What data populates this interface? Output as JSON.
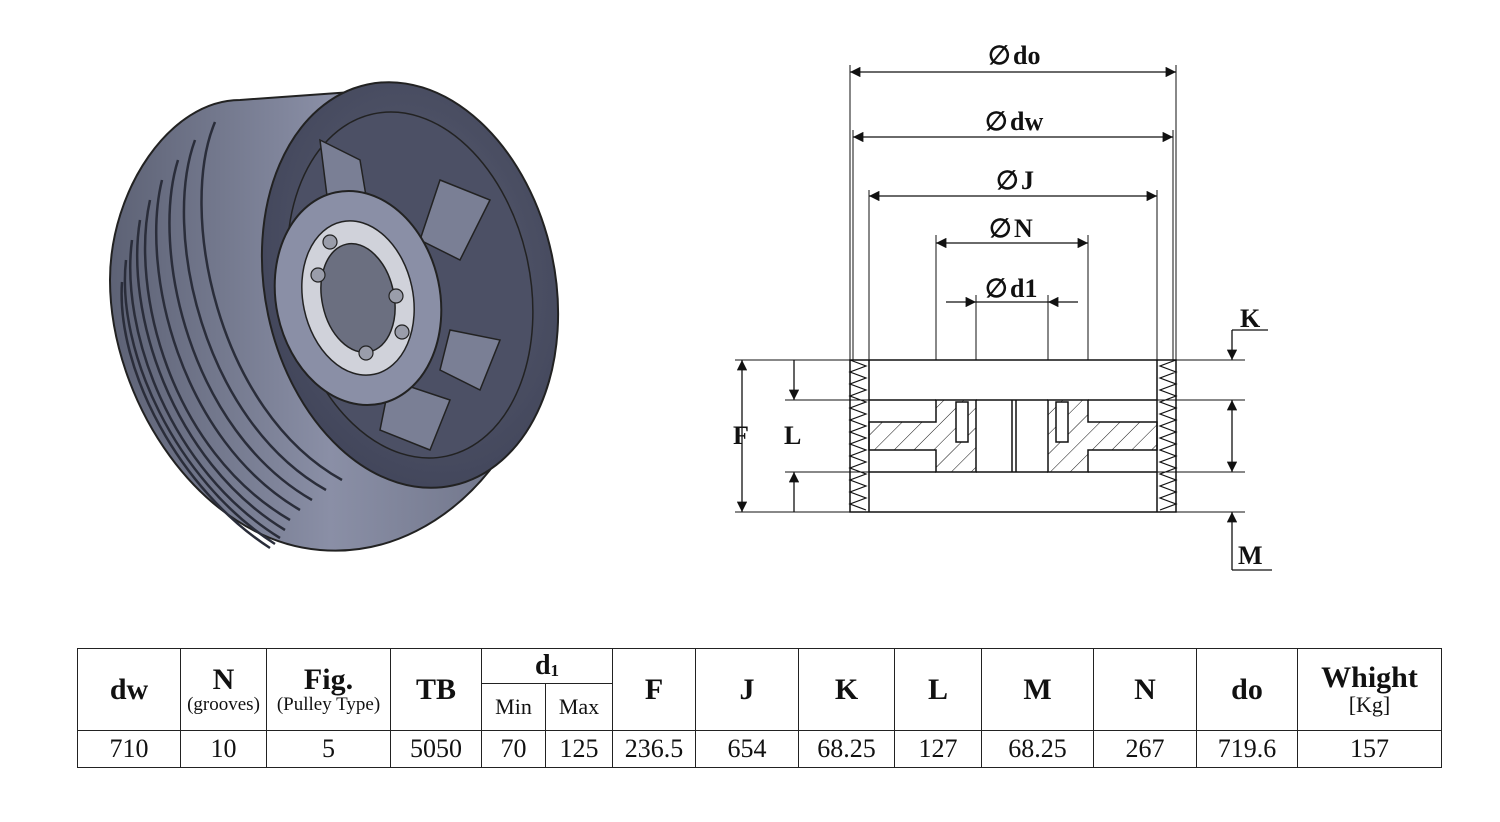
{
  "drawing": {
    "labels": {
      "do": "do",
      "dw": "dw",
      "J": "J",
      "N": "N",
      "d1": "d1",
      "K": "K",
      "F": "F",
      "L": "L",
      "M": "M"
    }
  },
  "table": {
    "headers": {
      "dw": "dw",
      "N": "N",
      "N_sub": "(grooves)",
      "Fig": "Fig.",
      "Fig_sub": "(Pulley Type)",
      "TB": "TB",
      "d1_main": "d",
      "d1_sub": "1",
      "min": "Min",
      "max": "Max",
      "F": "F",
      "J": "J",
      "K": "K",
      "L": "L",
      "M": "M",
      "N2": "N",
      "do": "do",
      "weight": "Whight",
      "weight_unit": "[Kg]"
    },
    "row": {
      "dw": "710",
      "N": "10",
      "Fig": "5",
      "TB": "5050",
      "min": "70",
      "max": "125",
      "F": "236.5",
      "J": "654",
      "K": "68.25",
      "L": "127",
      "M": "68.25",
      "N2": "267",
      "do": "719.6",
      "weight": "157"
    }
  }
}
